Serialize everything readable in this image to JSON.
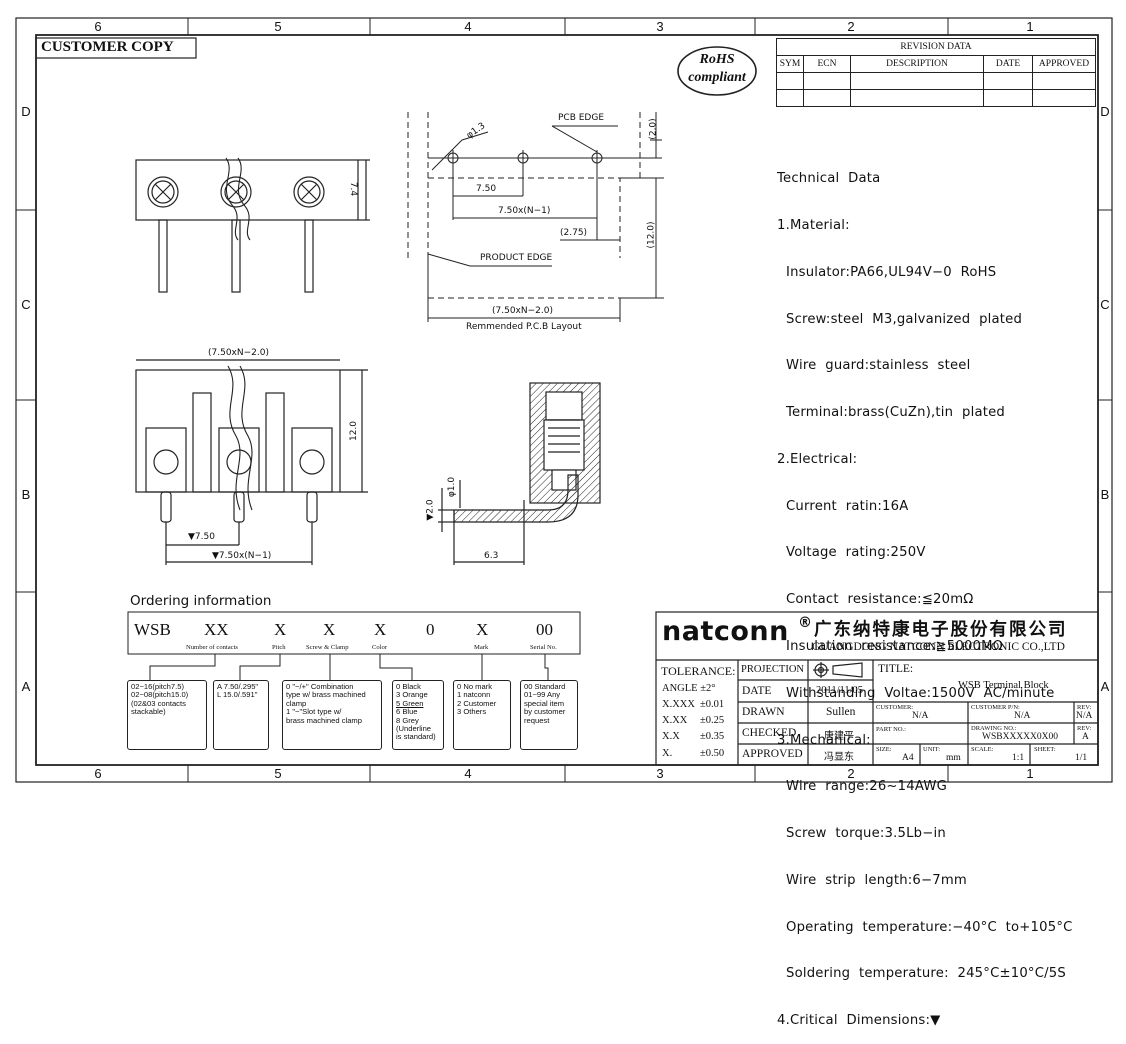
{
  "frame": {
    "top_zones": [
      "6",
      "5",
      "4",
      "3",
      "2",
      "1"
    ],
    "bottom_zones": [
      "6",
      "5",
      "4",
      "3",
      "2",
      "1"
    ],
    "side_zones": [
      "D",
      "C",
      "B",
      "A"
    ]
  },
  "header": {
    "customer_copy": "CUSTOMER COPY",
    "rohs_line1": "RoHS",
    "rohs_line2": "compliant"
  },
  "revision": {
    "title": "REVISION DATA",
    "columns": [
      "SYM",
      "ECN",
      "DESCRIPTION",
      "DATE",
      "APPROVED"
    ]
  },
  "technical": {
    "lines": [
      {
        "text": "Technical  Data",
        "indent": false
      },
      {
        "text": "1.Material:",
        "indent": false
      },
      {
        "text": "Insulator:PA66,UL94V−0  RoHS",
        "indent": true
      },
      {
        "text": "Screw:steel  M3,galvanized  plated",
        "indent": true
      },
      {
        "text": "Wire  guard:stainless  steel",
        "indent": true
      },
      {
        "text": "Terminal:brass(CuZn),tin  plated",
        "indent": true
      },
      {
        "text": "2.Electrical:",
        "indent": false
      },
      {
        "text": "Current  ratin:16A",
        "indent": true
      },
      {
        "text": "Voltage  rating:250V",
        "indent": true
      },
      {
        "text": "Contact  resistance:≦20mΩ",
        "indent": true
      },
      {
        "text": "Insulation  resistance:≧5000MΩ",
        "indent": true
      },
      {
        "text": "Withstanding  Voltae:1500V  AC/minute",
        "indent": true
      },
      {
        "text": "3.Mechanical:",
        "indent": false
      },
      {
        "text": "Wire  range:26~14AWG",
        "indent": true
      },
      {
        "text": "Screw  torque:3.5Lb−in",
        "indent": true
      },
      {
        "text": "Wire  strip  length:6−7mm",
        "indent": true
      },
      {
        "text": "Operating  temperature:−40°C  to+105°C",
        "indent": true
      },
      {
        "text": "Soldering  temperature:  245°C±10°C/5S",
        "indent": true
      },
      {
        "text": "4.Critical  Dimensions:▼",
        "indent": false
      }
    ]
  },
  "pcb_layout": {
    "pcb_edge": "PCB EDGE",
    "hole_dia": "φ1.3",
    "dim_2_0": "(2.0)",
    "dim_7_50": "7.50",
    "dim_7_50n1": "7.50x(N−1)",
    "dim_2_75": "(2.75)",
    "dim_12_0": "(12.0)",
    "product_edge": "PRODUCT EDGE",
    "dim_bottom": "(7.50xN−2.0)",
    "caption": "Remmended P.C.B Layout"
  },
  "top_view": {
    "dim_7_4": "7.4"
  },
  "front_view": {
    "dim_top": "(7.50xN−2.0)",
    "dim_12_0": "12.0",
    "dim_7_50": "▼7.50",
    "dim_7_50n1": "▼7.50x(N−1)"
  },
  "side_view": {
    "dim_dia": "φ1.0",
    "dim_2_0": "▼2.0",
    "dim_6_3": "6.3"
  },
  "ordering": {
    "title": "Ordering  information",
    "codes": [
      "WSB",
      "XX",
      "X",
      "X",
      "X",
      "0",
      "X",
      "00"
    ],
    "captions": [
      "Number of contacts",
      "Pitch",
      "Screw & Clamp",
      "Color",
      "Mark",
      "Serial No."
    ],
    "boxes": [
      {
        "lines": [
          "02~16(pitch7.5)",
          "02~08(pitch15.0)",
          "(02&03 contacts",
          "stackable)"
        ]
      },
      {
        "lines": [
          "A  7.50/.295\"",
          "L  15.0/.591\""
        ]
      },
      {
        "lines": [
          "0  \"−/+\" Combination",
          "type w/ brass machined",
          "clamp",
          "1  \"−\"Slot type w/",
          "brass machined clamp"
        ]
      },
      {
        "lines": [
          "0  Black",
          "3  Orange",
          "5  Green",
          "6  Blue",
          "8  Grey",
          "(Underline",
          "is standard)"
        ]
      },
      {
        "lines": [
          "0  No mark",
          "1  natconn",
          "2  Customer",
          "3  Others"
        ]
      },
      {
        "lines": [
          "00 Standard",
          "01~99 Any",
          "special item",
          "by customer",
          "request"
        ]
      }
    ]
  },
  "company": {
    "brand": "natconn",
    "reg": "®",
    "cn_name": "广东纳特康电子股份有限公司",
    "en_name": "GUANGDONG NATCONN ELECTRONIC CO.,LTD"
  },
  "titleblock": {
    "tolerance": "TOLERANCE:",
    "tol_rows": [
      {
        "k": "ANGLE ±2°",
        "v": ""
      },
      {
        "k": "X.XXX",
        "v": "±0.01"
      },
      {
        "k": "X.XX",
        "v": "±0.25"
      },
      {
        "k": "X.X",
        "v": "±0.35"
      },
      {
        "k": "X.",
        "v": "±0.50"
      }
    ],
    "projection": "PROJECTION",
    "date_label": "DATE",
    "date_value": "2011/11/05",
    "drawn_label": "DRAWN",
    "drawn_value": "Sullen",
    "checked_label": "CHECKED",
    "checked_value": "唐建平",
    "approved_label": "APPROVED",
    "approved_value": "冯显东",
    "title_label": "TITLE:",
    "title_value": "WSB Terminal Block",
    "customer_label": "CUSTOMER:",
    "customer_value": "N/A",
    "customer_pn_label": "CUSTOMER P/N:",
    "customer_pn_value": "N/A",
    "rev_label": "REV:",
    "rev_value1": "N/A",
    "part_no_label": "PART NO.:",
    "drawing_no_label": "DRAWING NO.:",
    "drawing_no_value": "WSBXXXXX0X00",
    "rev_value2": "A",
    "size_label": "SIZE:",
    "size_value": "A4",
    "unit_label": "UNIT:",
    "unit_value": "mm",
    "scale_label": "SCALE:",
    "scale_value": "1:1",
    "sheet_label": "SHEET:",
    "sheet_value": "1/1"
  }
}
